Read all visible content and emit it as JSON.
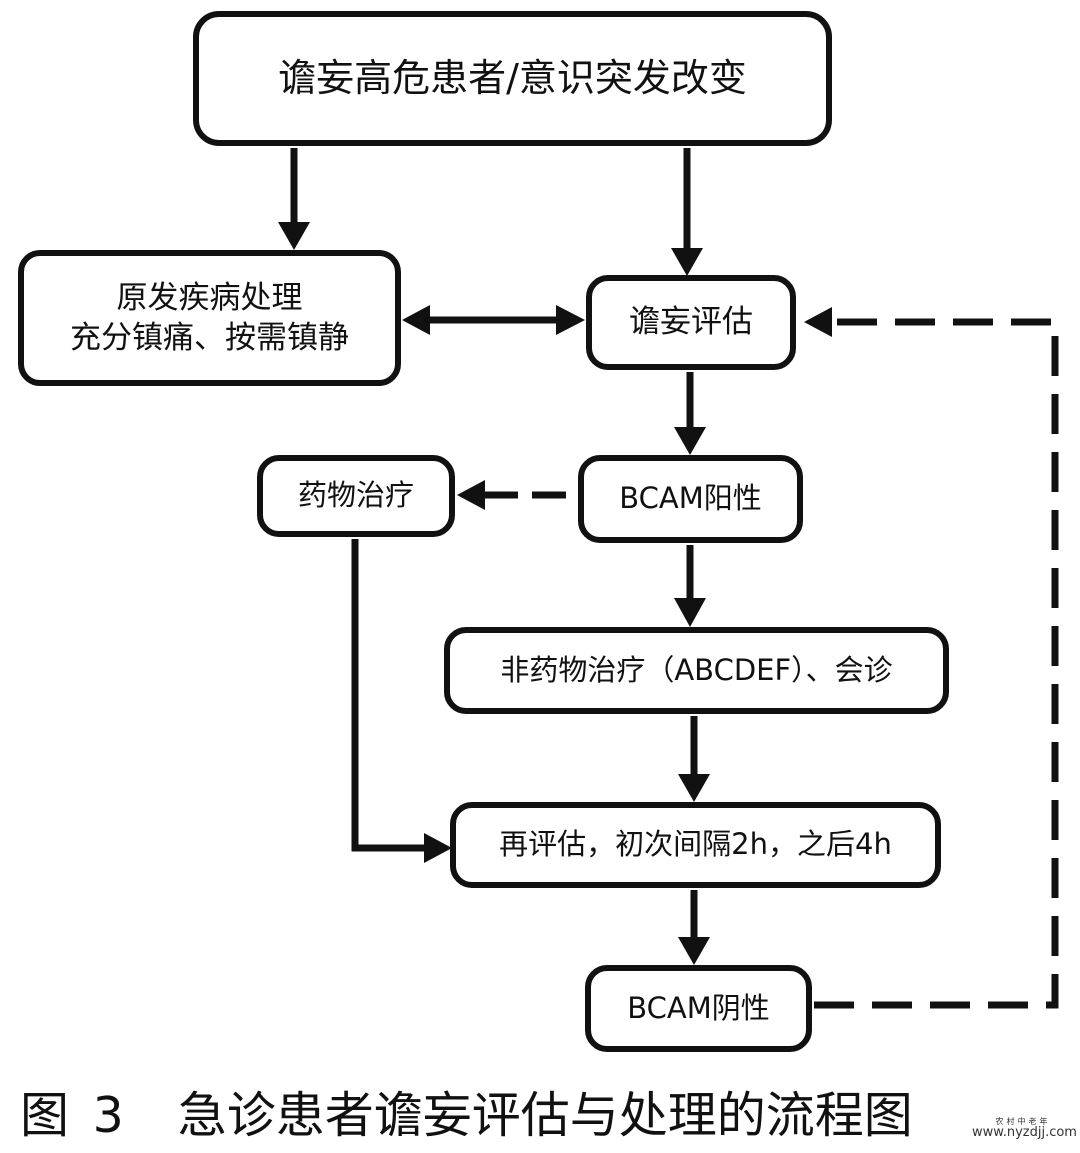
{
  "nodes": {
    "top": "谵妄高危患者/意识突发改变",
    "primary_line1": "原发疾病处理",
    "primary_line2": "充分镇痛、按需镇静",
    "assess": "谵妄评估",
    "drug": "药物治疗",
    "bcam_positive": "BCAM阳性",
    "nondrug": "非药物治疗（ABCDEF）、会诊",
    "reassess": "再评估，初次间隔2h，之后4h",
    "bcam_negative": "BCAM阴性"
  },
  "edges": [
    {
      "from": "top",
      "to": "primary",
      "style": "solid"
    },
    {
      "from": "top",
      "to": "assess",
      "style": "solid"
    },
    {
      "from": "primary",
      "to": "assess",
      "style": "solid",
      "bidirectional": true
    },
    {
      "from": "assess",
      "to": "bcam_positive",
      "style": "solid"
    },
    {
      "from": "bcam_positive",
      "to": "drug",
      "style": "dashed"
    },
    {
      "from": "bcam_positive",
      "to": "nondrug",
      "style": "solid"
    },
    {
      "from": "nondrug",
      "to": "reassess",
      "style": "solid"
    },
    {
      "from": "drug",
      "to": "reassess",
      "style": "solid"
    },
    {
      "from": "reassess",
      "to": "bcam_negative",
      "style": "solid"
    },
    {
      "from": "bcam_negative",
      "to": "assess",
      "style": "dashed"
    }
  ],
  "caption": {
    "label": "图 3",
    "title": "急诊患者谵妄评估与处理的流程图"
  },
  "watermark": {
    "text": "农村中老年",
    "url": "www.nyzdjj.com"
  },
  "colors": {
    "line": "#111111",
    "background": "#ffffff"
  }
}
